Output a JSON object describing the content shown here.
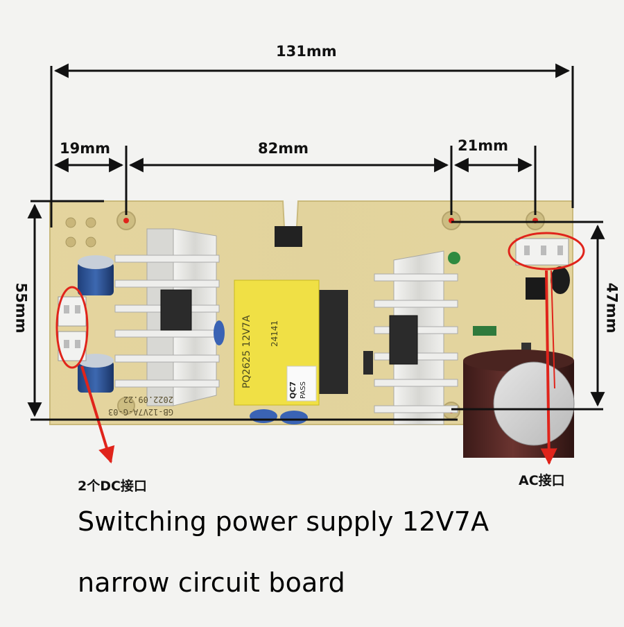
{
  "dimensions": {
    "total_width": "131mm",
    "left_offset": "19mm",
    "middle_span": "82mm",
    "right_span": "21mm",
    "board_height": "55mm",
    "right_height": "47mm"
  },
  "callouts": {
    "dc_port": "2个DC接口",
    "ac_port": "AC接口"
  },
  "caption": {
    "line1": "Switching power supply 12V7A",
    "line2": "narrow circuit board"
  },
  "board": {
    "model": "GB-12V7A-G-03",
    "date": "2022.09.22",
    "transformer_code": "PQ2625 12V7A",
    "transformer_num": "24141",
    "qc_line1": "QC7",
    "qc_line2": "PASS"
  },
  "colors": {
    "pcb": "#e3d39a",
    "dimension_line": "#111111",
    "annotation_red": "#e0241b",
    "transformer": "#f0e045"
  }
}
